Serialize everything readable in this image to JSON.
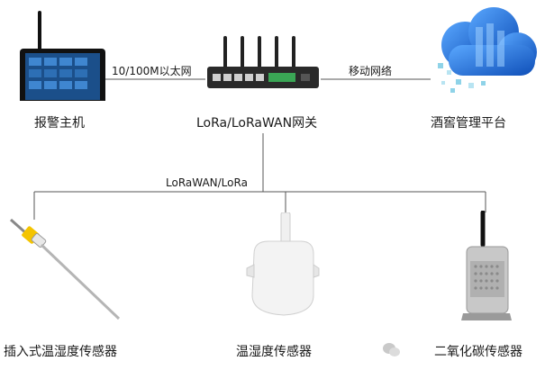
{
  "nodes": {
    "host": "报警主机",
    "gateway": "LoRa/LoRaWAN网关",
    "platform": "酒窖管理平台",
    "probe_sensor": "插入式温湿度传感器",
    "th_sensor": "温湿度传感器",
    "co2_sensor": "二氧化碳传感器"
  },
  "links": {
    "host_gateway": "10/100M以太网",
    "gateway_platform": "移动网络",
    "gateway_sensors": "LoRaWAN/LoRa"
  },
  "colors": {
    "line": "#555555",
    "cloud": "#1e6fd9",
    "screen": "#1b4f8a",
    "router": "#2a2a2a",
    "terminal": "#3aa655"
  }
}
